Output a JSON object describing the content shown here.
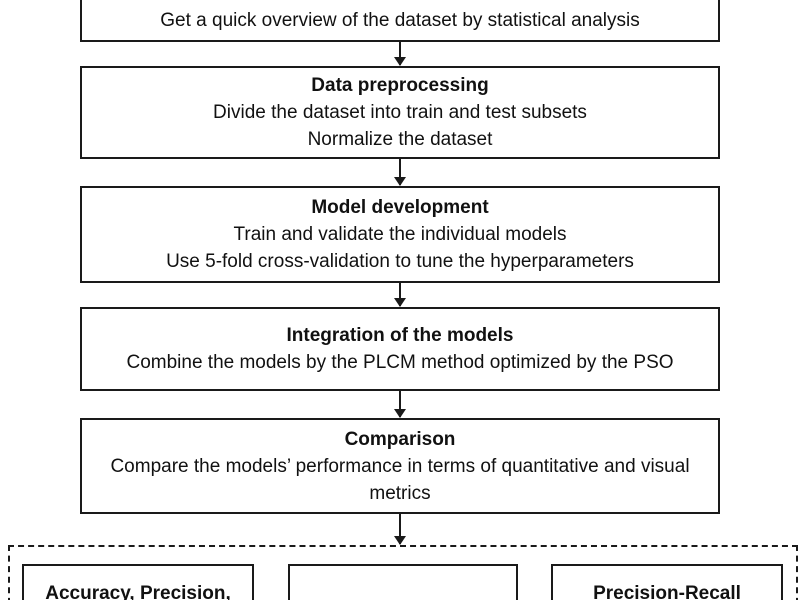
{
  "steps": {
    "overview": {
      "line1": "Get a quick overview of the dataset by statistical analysis"
    },
    "preprocessing": {
      "title": "Data preprocessing",
      "line1": "Divide the dataset into train and test subsets",
      "line2": "Normalize the dataset"
    },
    "development": {
      "title": "Model development",
      "line1": "Train and validate the individual models",
      "line2": "Use 5-fold cross-validation to tune the hyperparameters"
    },
    "integration": {
      "title": "Integration of the models",
      "line1": "Combine the models by the PLCM method optimized by the PSO"
    },
    "comparison": {
      "title": "Comparison",
      "line1": "Compare the models’ performance in terms of quantitative and visual metrics"
    }
  },
  "metrics": {
    "box1": "Accuracy, Precision,",
    "box2": "",
    "box3": "Precision-Recall"
  }
}
